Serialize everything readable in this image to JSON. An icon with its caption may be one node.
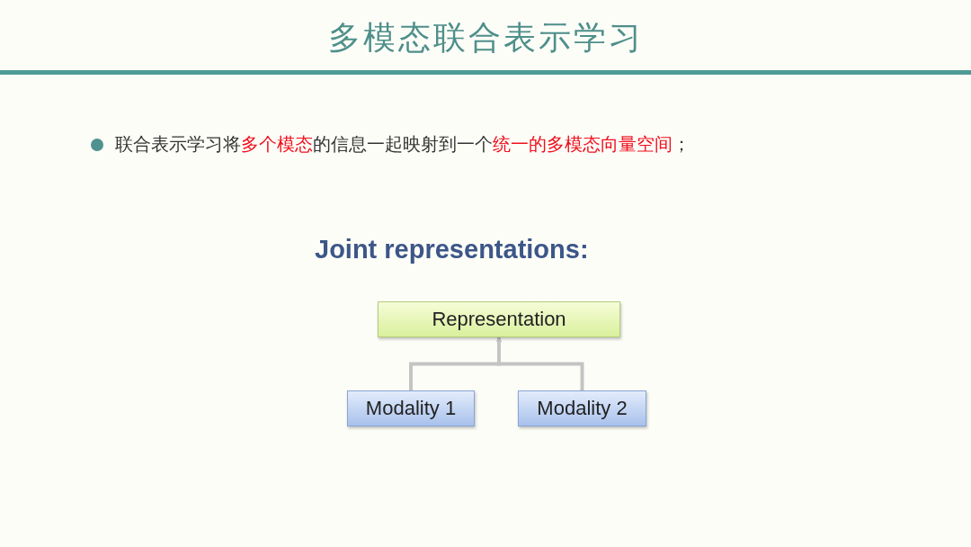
{
  "diagram": {
    "title": "多模态联合表示学习",
    "nodes": [
      {
        "text": [
          "Representation"
        ]
      },
      {
        "text": [
          "Modality 1"
        ]
      },
      {
        "text": [
          "Modality 2"
        ]
      }
    ],
    "edges": [
      {
        "from": 1,
        "to": 0,
        "arrow": "to"
      },
      {
        "from": 2,
        "to": 0,
        "arrow": "to"
      }
    ],
    "labels": [
      "联合表示学习将**多个模态**的信息一起映射到一个**统一的多模态向量空间**；",
      "Joint representations:"
    ]
  }
}
